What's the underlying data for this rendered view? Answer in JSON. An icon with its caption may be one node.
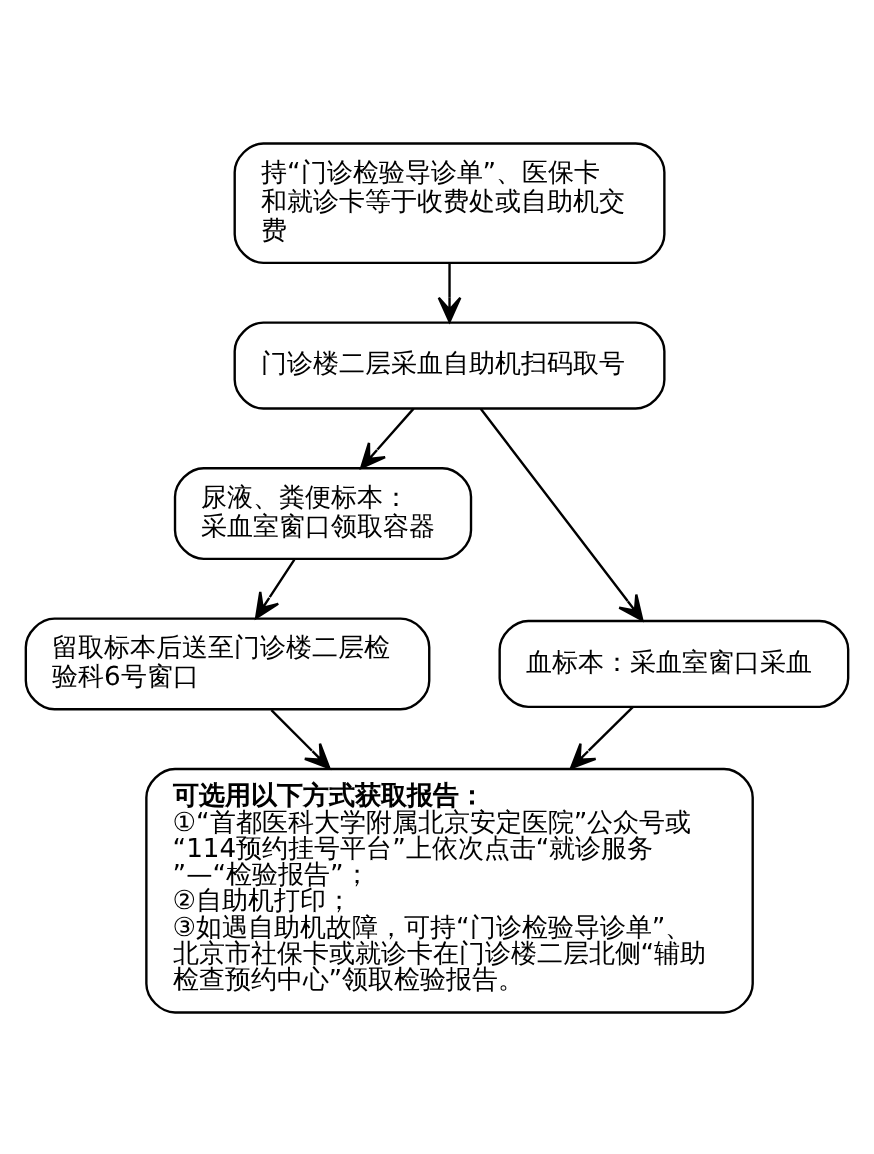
{
  "diagram": {
    "nodes": [
      {
        "text": [
          "持“门诊检验导诊单”、医保卡和就诊卡等于收费处或自助机交费"
        ]
      },
      {
        "text": [
          "门诊楼二层采血自助机扫码取号"
        ]
      },
      {
        "text": [
          "尿液、粪便标本：",
          "采血室窗口领取容器"
        ]
      },
      {
        "text": [
          "血标本：采血室窗口采血"
        ]
      },
      {
        "text": [
          "留取标本后送至门诊楼二层检验科6号窗口"
        ]
      },
      {
        "text": [
          "可选用以下方式获取报告：",
          "①“首都医科大学附属北京安定医院”公众号或“114预约挂号平台”上依次点击“就诊服务”—“检验报告”；",
          "②自助机打印；",
          "③如遇自助机故障，可持“门诊检验导诊单”、北京市社保卡或就诊卡在门诊楼二层北侧“辅助检查预约中心”领取检验报告。"
        ]
      }
    ],
    "edges": [
      {
        "from": 0,
        "to": 1,
        "arrow": "to"
      },
      {
        "from": 1,
        "to": 2,
        "arrow": "to"
      },
      {
        "from": 1,
        "to": 3,
        "arrow": "to"
      },
      {
        "from": 2,
        "to": 4,
        "arrow": "to"
      },
      {
        "from": 4,
        "to": 5,
        "arrow": "to"
      },
      {
        "from": 3,
        "to": 5,
        "arrow": "to"
      }
    ]
  }
}
